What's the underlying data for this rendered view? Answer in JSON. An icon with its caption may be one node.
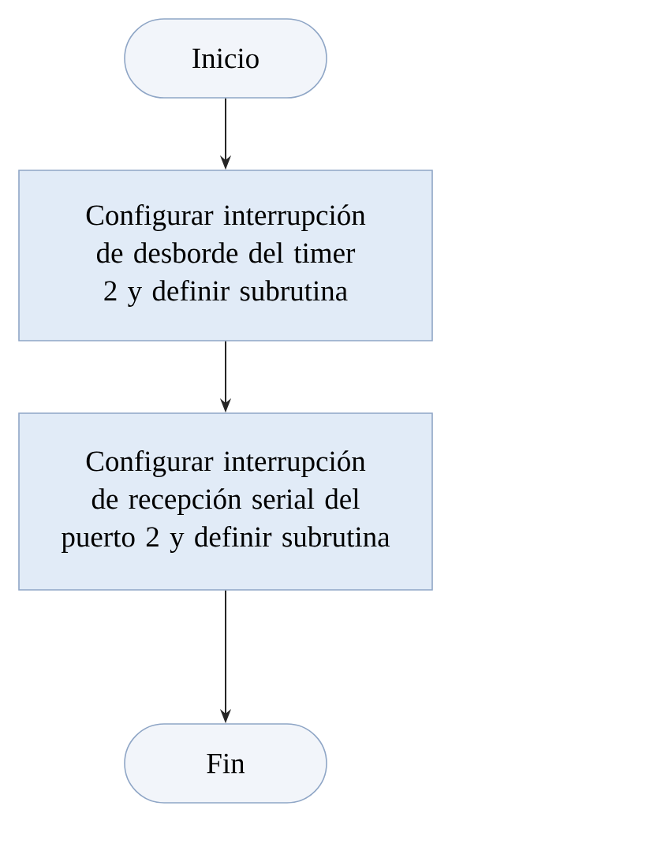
{
  "diagram": {
    "nodes": [
      {
        "text": [
          "Inicio"
        ]
      },
      {
        "text": [
          "Configurar interrupción de desborde del timer 2 y definir subrutina"
        ]
      },
      {
        "text": [
          "Configurar interrupción de recepción serial del puerto 2 y definir subrutina"
        ]
      },
      {
        "text": [
          "Fin"
        ]
      }
    ],
    "edges": [
      {
        "from": 0,
        "to": 1,
        "arrow": "to"
      },
      {
        "from": 1,
        "to": 2,
        "arrow": "to"
      },
      {
        "from": 2,
        "to": 3,
        "arrow": "to"
      }
    ]
  }
}
